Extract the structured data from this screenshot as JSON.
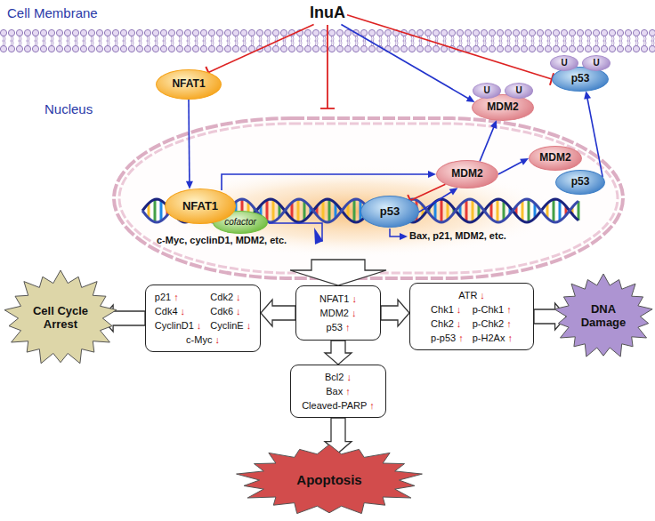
{
  "diagram": {
    "nodes": [
      {
        "text": [
          "InuA"
        ]
      },
      {
        "text": [
          "NFAT1"
        ]
      },
      {
        "text": [
          "MDM2"
        ]
      },
      {
        "text": [
          "U"
        ]
      },
      {
        "text": [
          "U"
        ]
      },
      {
        "text": [
          "p53"
        ]
      },
      {
        "text": [
          "U"
        ]
      },
      {
        "text": [
          "U"
        ]
      },
      {
        "text": [
          "NFAT1"
        ]
      },
      {
        "text": [
          "cofactor"
        ]
      },
      {
        "text": [
          "p53"
        ]
      },
      {
        "text": [
          "MDM2"
        ]
      },
      {
        "text": [
          "MDM2"
        ]
      },
      {
        "text": [
          "p53"
        ]
      },
      {
        "text": [
          "p21",
          "↑",
          "Cdk2",
          "↓",
          "Cdk4",
          "↓",
          "Cdk6",
          "↓",
          "CyclinD1",
          "↓",
          "CyclinE",
          "↓",
          "c-Myc",
          "↓"
        ]
      },
      {
        "text": [
          "NFAT1",
          "↓",
          "MDM2",
          "↓",
          "p53",
          "↑"
        ]
      },
      {
        "text": [
          "ATR",
          "↓",
          "Chk1",
          "↓",
          "p-Chk1",
          "↑",
          "Chk2",
          "↓",
          "p-Chk2",
          "↑",
          "p-p53",
          "↑",
          "p-H2Ax",
          "↑"
        ]
      },
      {
        "text": [
          "Bcl2",
          "↓",
          "Bax",
          "↑",
          "Cleaved-PARP",
          "↑"
        ]
      },
      {
        "text": [
          "Cell Cycle Arrest"
        ]
      },
      {
        "text": [
          "DNA Damage"
        ]
      },
      {
        "text": [
          "Apoptosis"
        ]
      }
    ],
    "edges": [
      {
        "from": 0,
        "to": 1,
        "arrow": "to"
      },
      {
        "from": 0,
        "to": 2,
        "arrow": "to"
      },
      {
        "from": 0,
        "to": 5,
        "arrow": "to"
      },
      {
        "from": 1,
        "to": 8,
        "arrow": "to"
      },
      {
        "from": 8,
        "to": 11,
        "arrow": "to"
      },
      {
        "from": 11,
        "to": 2,
        "arrow": "to"
      },
      {
        "from": 11,
        "to": 12,
        "arrow": "to"
      },
      {
        "from": 13,
        "to": 5,
        "arrow": "to"
      },
      {
        "from": 11,
        "to": 10,
        "arrow": "to"
      },
      {
        "from": 10,
        "to": 11,
        "arrow": "to"
      },
      {
        "from": 15,
        "to": 14,
        "arrow": "to"
      },
      {
        "from": 15,
        "to": 16,
        "arrow": "to"
      },
      {
        "from": 15,
        "to": 17,
        "arrow": "to"
      },
      {
        "from": 14,
        "to": 18,
        "arrow": "to"
      },
      {
        "from": 16,
        "to": 19,
        "arrow": "to"
      },
      {
        "from": 17,
        "to": 20,
        "arrow": "to"
      }
    ],
    "labels": [
      "Cell Membrane",
      "Nucleus",
      "c-Myc, cyclinD1, MDM2, etc.",
      "Bax, p21, MDM2, etc."
    ]
  }
}
